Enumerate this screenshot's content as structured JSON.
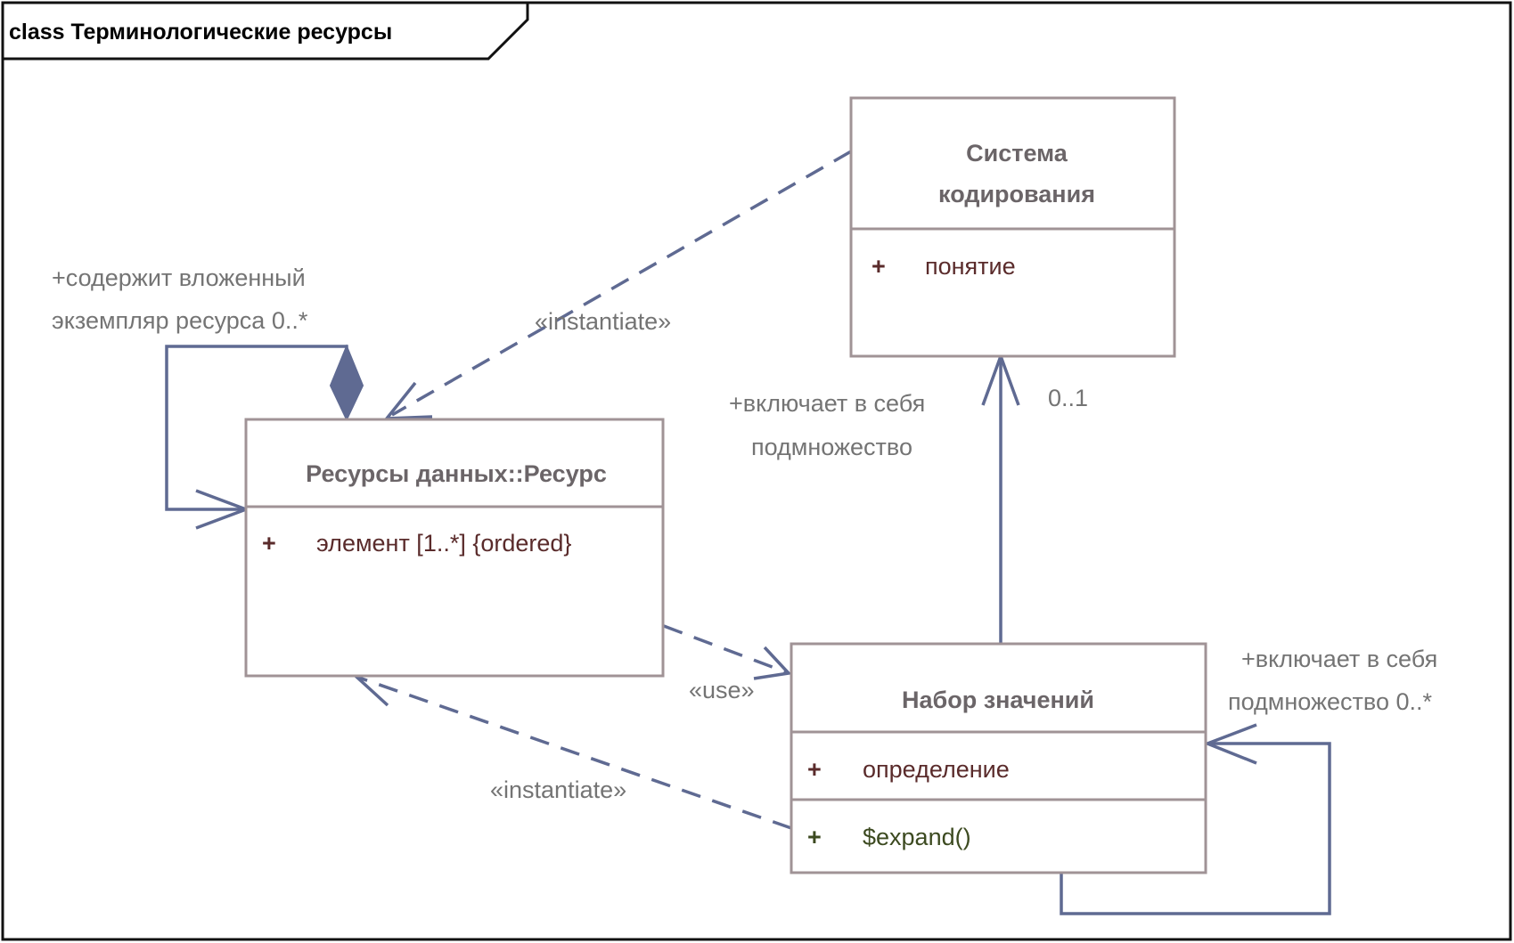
{
  "frame": {
    "title": "class Терминологические ресурсы"
  },
  "classes": {
    "coding_system": {
      "name_line1": "Система",
      "name_line2": "кодирования",
      "attributes": [
        {
          "visibility": "+",
          "name": "понятие"
        }
      ]
    },
    "resource": {
      "name": "Ресурсы данных::Ресурс",
      "attributes": [
        {
          "visibility": "+",
          "name": "элемент [1..*] {ordered}"
        }
      ]
    },
    "value_set": {
      "name": "Набор значений",
      "attributes": [
        {
          "visibility": "+",
          "name": "определение"
        }
      ],
      "operations": [
        {
          "visibility": "+",
          "name": "$expand()"
        }
      ]
    }
  },
  "relations": {
    "nested_resource": {
      "role_line1": "+содержит вложенный",
      "role_line2": "экземпляр ресурса 0..*"
    },
    "instantiate_top": {
      "stereotype": "«instantiate»"
    },
    "includes_subset_coding": {
      "role_line1": "+включает в себя",
      "role_line2": "подмножество",
      "multiplicity": "0..1"
    },
    "use": {
      "stereotype": "«use»"
    },
    "instantiate_bottom": {
      "stereotype": "«instantiate»"
    },
    "includes_subset_self": {
      "role_line1": "+включает в себя",
      "role_line2": "подмножество 0..*"
    }
  },
  "colors": {
    "line": "#5f6a92",
    "box_border": "#a09396",
    "attribute": "#5a2b2b",
    "operation": "#3c4a20",
    "label": "#747474"
  }
}
